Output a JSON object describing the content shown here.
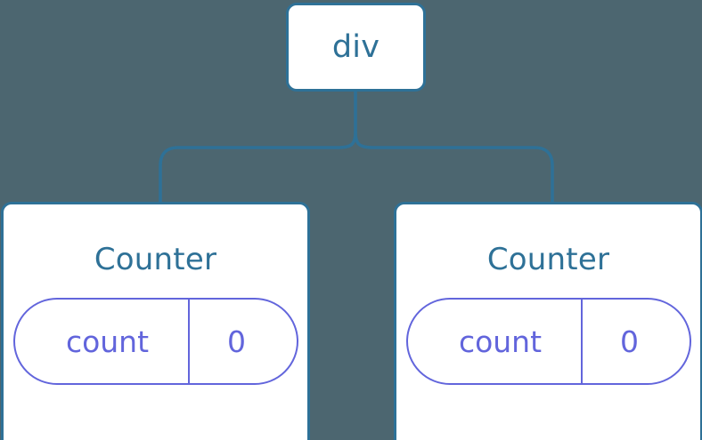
{
  "diagram": {
    "title": "react-component-tree",
    "background_color": "#4c6670",
    "node_color": "#2e7197",
    "state_color": "#6265dc",
    "node_fill": "#ffffff"
  },
  "root": {
    "label": "div"
  },
  "children": [
    {
      "label": "Counter",
      "state": {
        "key": "count",
        "value": "0"
      }
    },
    {
      "label": "Counter",
      "state": {
        "key": "count",
        "value": "0"
      }
    }
  ]
}
